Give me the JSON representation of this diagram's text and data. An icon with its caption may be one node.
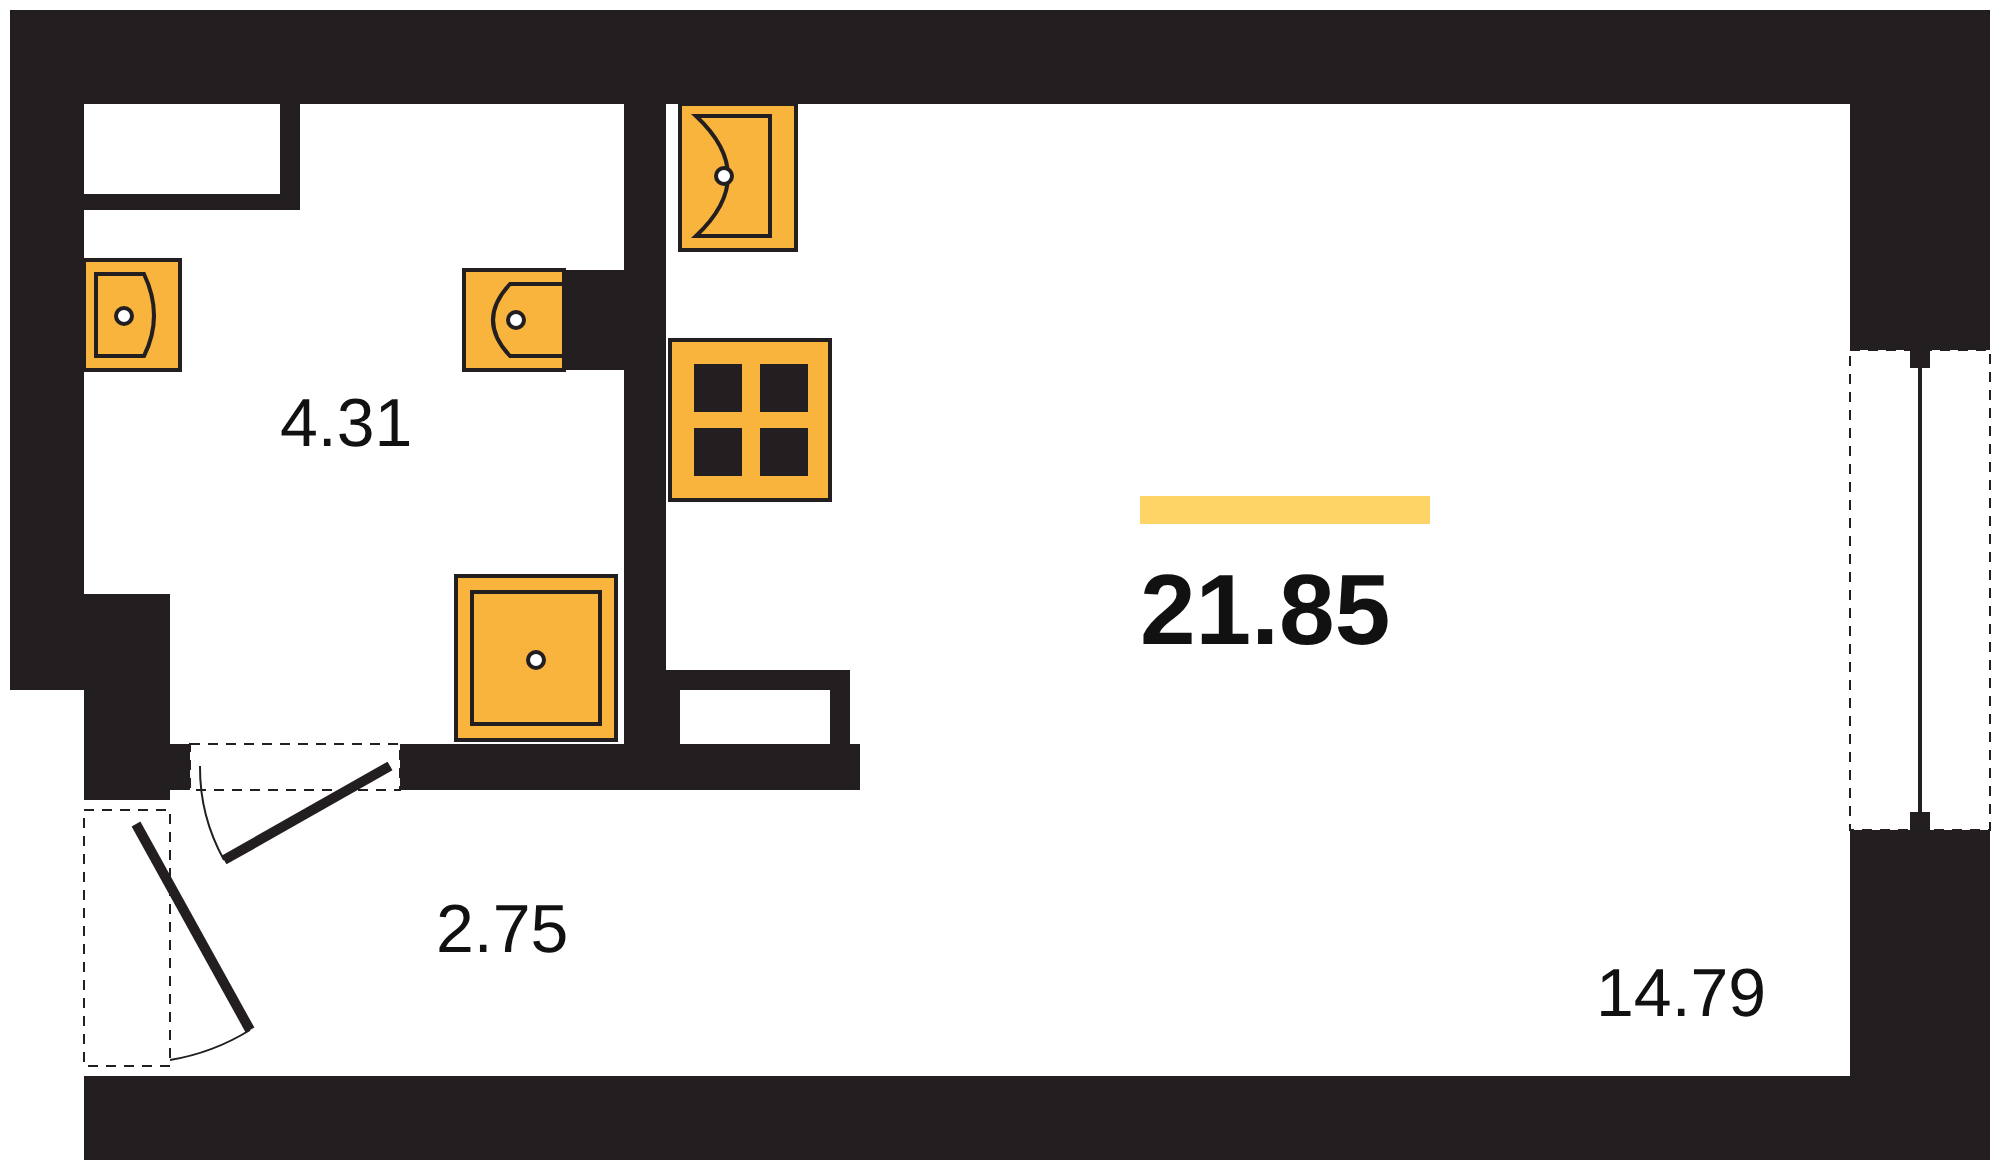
{
  "diagram": {
    "labels": [
      "4.31",
      "21.85",
      "2.75",
      "14.79"
    ]
  }
}
